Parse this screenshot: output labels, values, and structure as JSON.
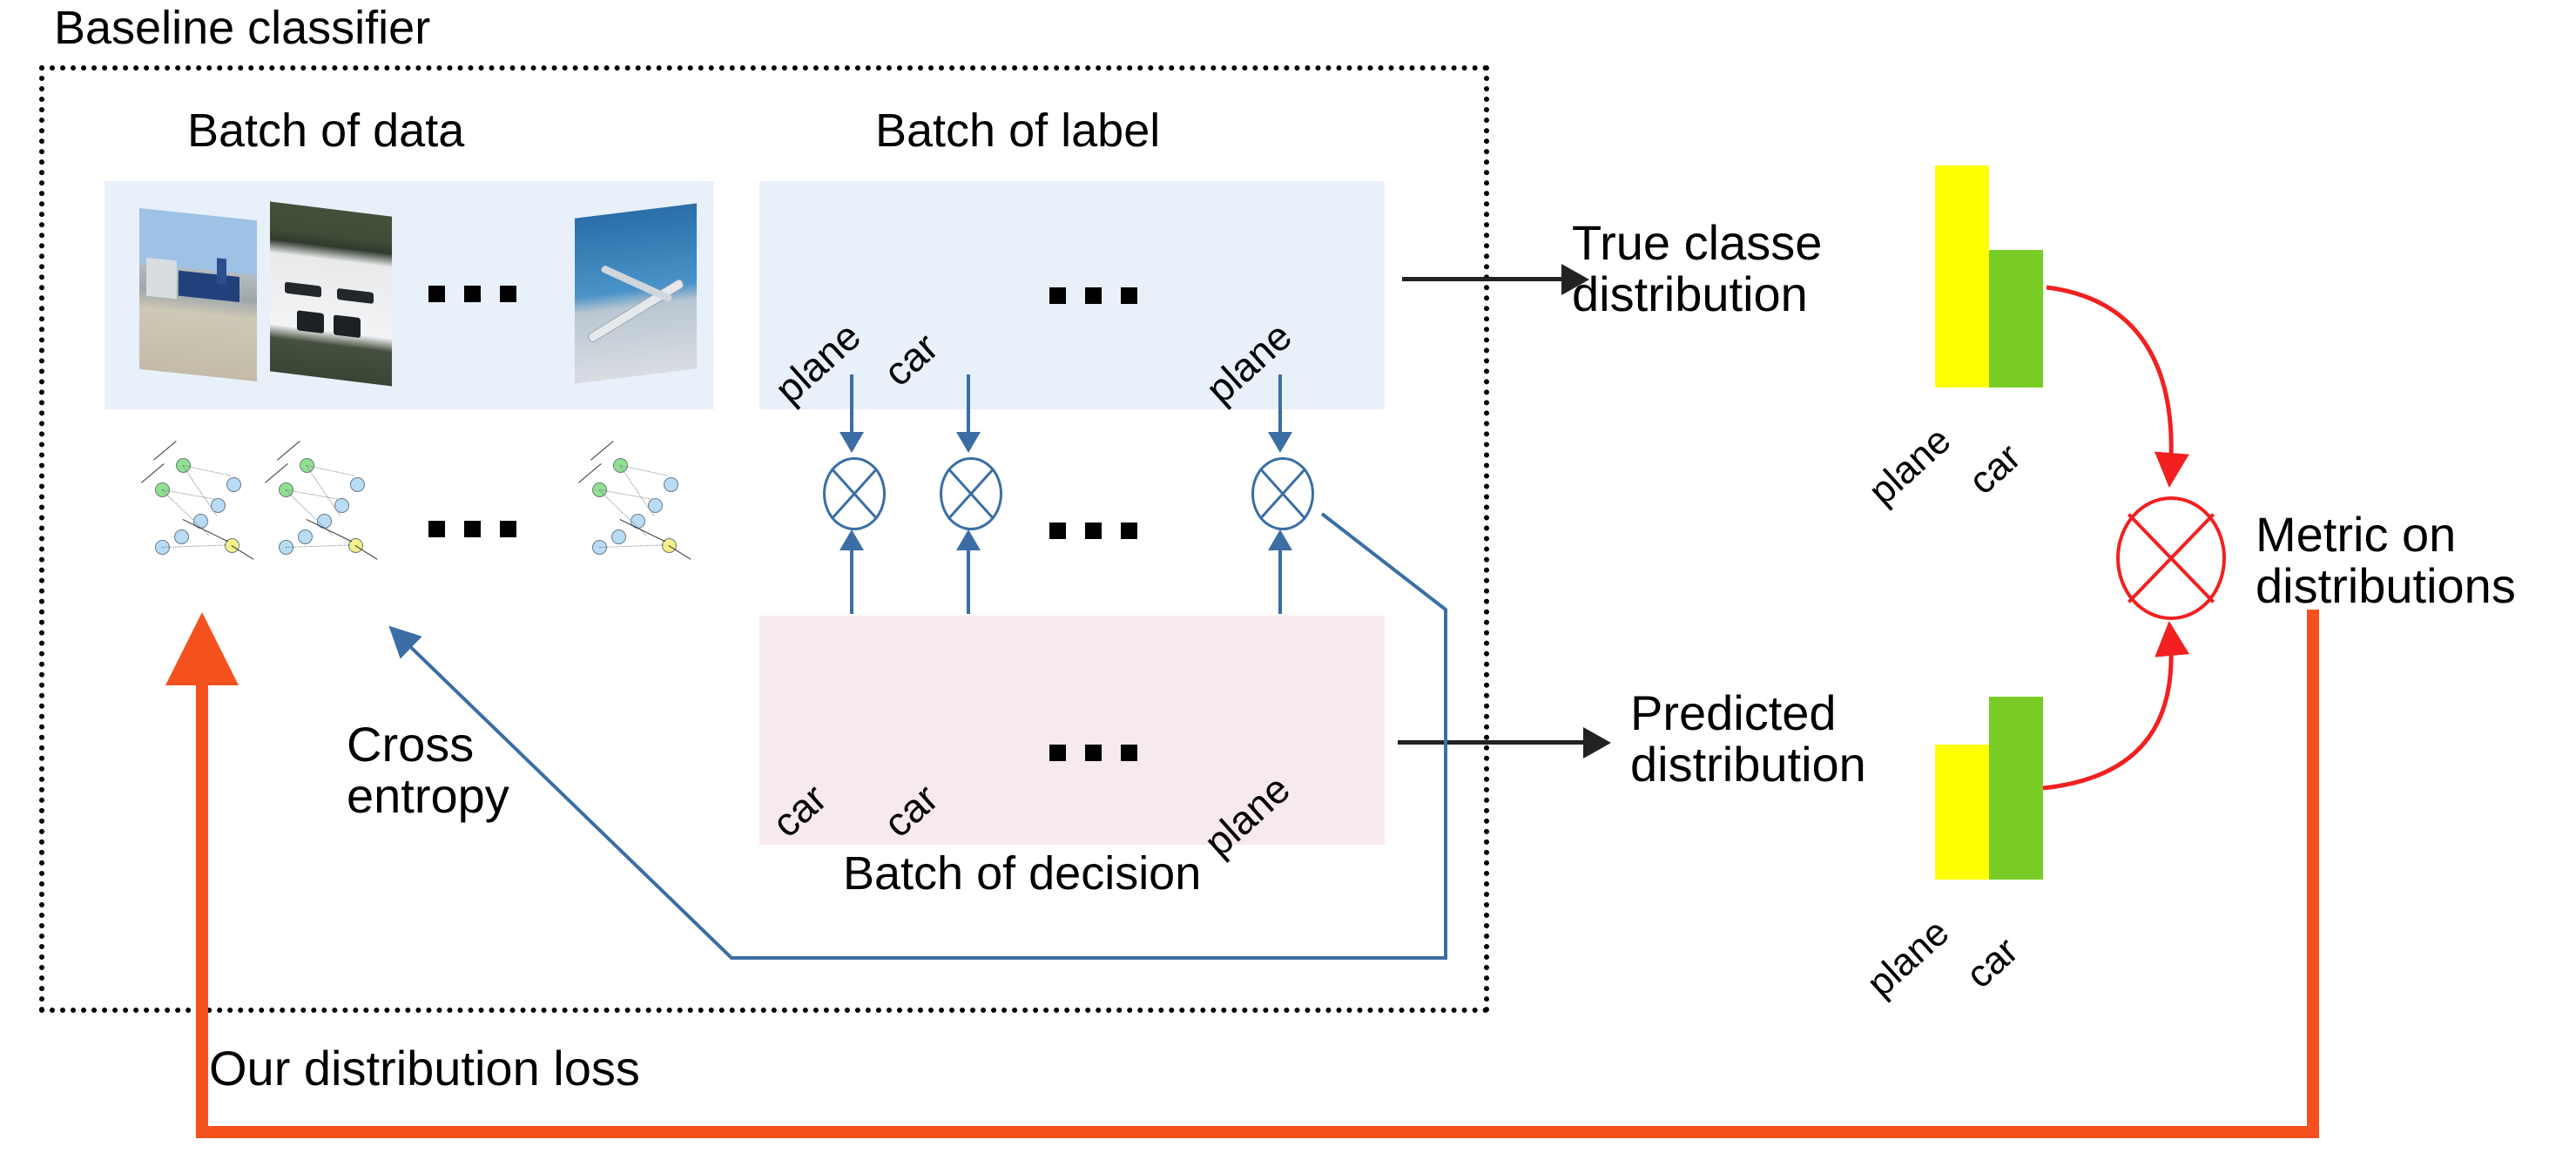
{
  "figure": {
    "title": "Baseline classifier"
  },
  "panels": {
    "batch_of_data": {
      "title": "Batch of data",
      "thumbnails": [
        "airplane-photo",
        "car-photo",
        "airplane-photo"
      ],
      "ellipsis": "..."
    },
    "batch_of_label": {
      "title": "Batch of label",
      "labels": [
        "plane",
        "car",
        "plane"
      ],
      "ellipsis": "..."
    },
    "batch_of_decision": {
      "title": "Batch of decision",
      "labels": [
        "car",
        "car",
        "plane"
      ],
      "ellipsis": "..."
    },
    "networks": {
      "count": 3,
      "ellipsis": "..."
    }
  },
  "operators": {
    "label_decision_op": "cross-circle-operator",
    "metric_op": "cross-circle-operator",
    "count": 3
  },
  "annotations": {
    "true_class_distribution": "True classe\ndistribution",
    "predicted_distribution": "Predicted\ndistribution",
    "metric_on_distributions": "Metric on\ndistributions",
    "cross_entropy": "Cross\nentropy",
    "our_distribution_loss": "Our distribution loss"
  },
  "colors": {
    "plane_bar": "#ffff00",
    "car_bar": "#79cc25",
    "panel_label_bg": "#e8f0fa",
    "panel_decision_bg": "#f7eaee",
    "blue_arrow": "#3a6ea5",
    "red_metric": "#f22020",
    "orange_loss": "#f4511e",
    "black_arrow": "#222222"
  },
  "chart_data": [
    {
      "type": "bar",
      "title": "True classe distribution",
      "categories": [
        "plane",
        "car"
      ],
      "values": [
        1.0,
        0.62
      ],
      "colors": [
        "#ffff00",
        "#79cc25"
      ],
      "xlabel": "",
      "ylabel": "",
      "ylim": [
        0,
        1.0
      ],
      "grid": false,
      "legend": "none"
    },
    {
      "type": "bar",
      "title": "Predicted distribution",
      "categories": [
        "plane",
        "car"
      ],
      "values": [
        0.73,
        1.0
      ],
      "colors": [
        "#ffff00",
        "#79cc25"
      ],
      "xlabel": "",
      "ylabel": "",
      "ylim": [
        0,
        1.0
      ],
      "grid": false,
      "legend": "none"
    }
  ]
}
